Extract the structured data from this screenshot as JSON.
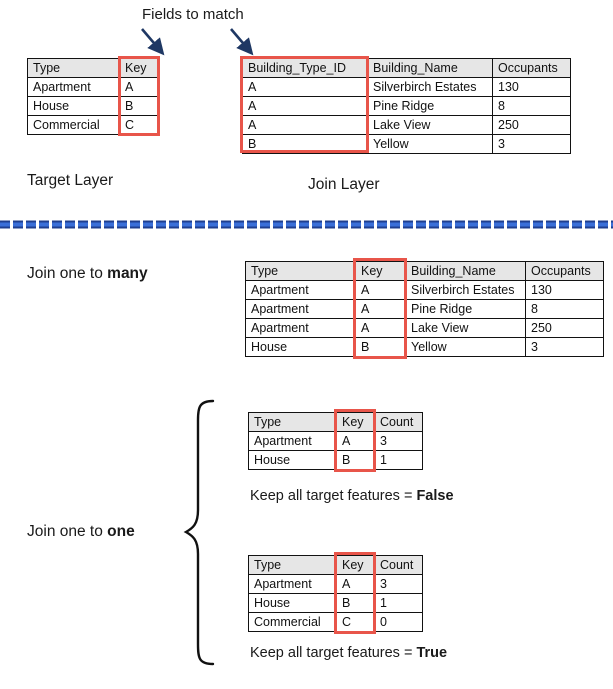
{
  "diagram": {
    "title_note": "Fields to match",
    "arrow_icon": "arrow-down-right",
    "divider_icon": "blue-dashed-divider",
    "brace_icon": "curly-brace-right",
    "accent_color": "#e8554a",
    "divider_color": "#2f5ec4",
    "arrow_color": "#1f3864",
    "header_fill": "#e6e6e6"
  },
  "target_layer": {
    "caption": "Target Layer",
    "columns": [
      "Type",
      "Key"
    ],
    "rows": [
      [
        "Apartment",
        "A"
      ],
      [
        "House",
        "B"
      ],
      [
        "Commercial",
        "C"
      ]
    ],
    "highlight_column": "Key"
  },
  "join_layer": {
    "caption": "Join Layer",
    "columns": [
      "Building_Type_ID",
      "Building_Name",
      "Occupants"
    ],
    "rows": [
      [
        "A",
        "Silverbirch Estates",
        "130"
      ],
      [
        "A",
        "Pine Ridge",
        "8"
      ],
      [
        "A",
        "Lake View",
        "250"
      ],
      [
        "B",
        "Yellow",
        "3"
      ]
    ],
    "highlight_column": "Building_Type_ID"
  },
  "one_to_many": {
    "label_prefix": "Join one to ",
    "label_emphasis": "many",
    "columns": [
      "Type",
      "Key",
      "Building_Name",
      "Occupants"
    ],
    "rows": [
      [
        "Apartment",
        "A",
        "Silverbirch Estates",
        "130"
      ],
      [
        "Apartment",
        "A",
        "Pine Ridge",
        "8"
      ],
      [
        "Apartment",
        "A",
        "Lake View",
        "250"
      ],
      [
        "House",
        "B",
        "Yellow",
        "3"
      ]
    ],
    "highlight_column": "Key"
  },
  "one_to_one": {
    "label_prefix": "Join one to ",
    "label_emphasis": "one",
    "case_false": {
      "note_prefix": "Keep all target features = ",
      "note_value": "False",
      "columns": [
        "Type",
        "Key",
        "Count"
      ],
      "rows": [
        [
          "Apartment",
          "A",
          "3"
        ],
        [
          "House",
          "B",
          "1"
        ]
      ],
      "highlight_column": "Key"
    },
    "case_true": {
      "note_prefix": "Keep all target features = ",
      "note_value": "True",
      "columns": [
        "Type",
        "Key",
        "Count"
      ],
      "rows": [
        [
          "Apartment",
          "A",
          "3"
        ],
        [
          "House",
          "B",
          "1"
        ],
        [
          "Commercial",
          "C",
          "0"
        ]
      ],
      "highlight_column": "Key"
    }
  }
}
